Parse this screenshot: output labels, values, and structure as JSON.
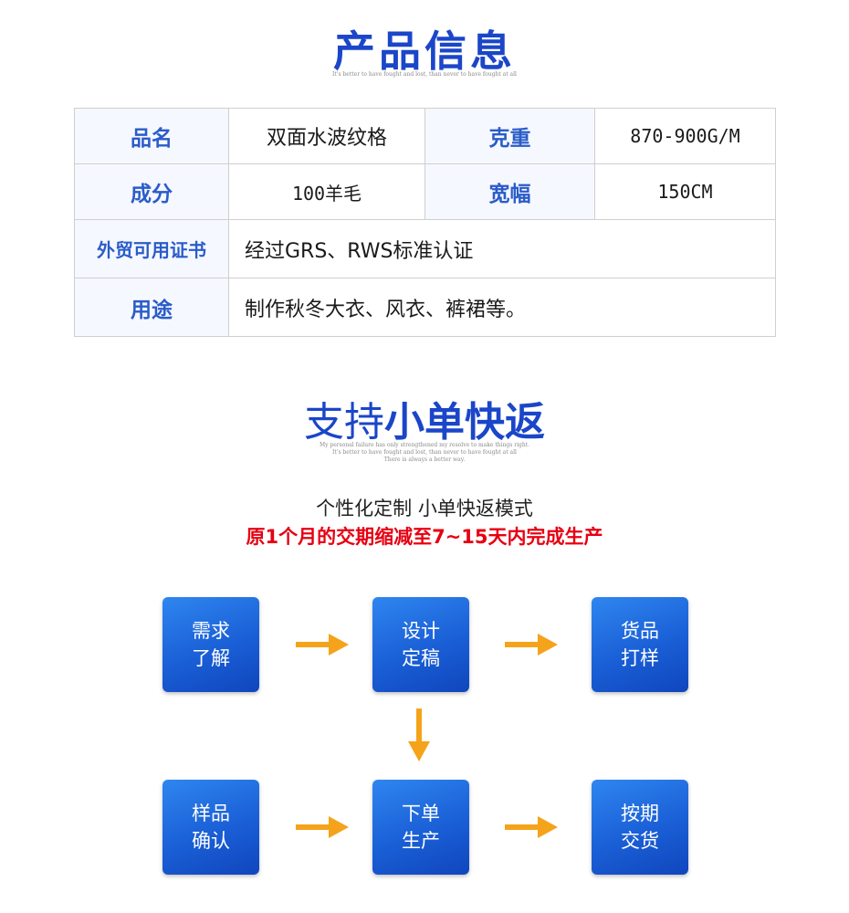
{
  "section1": {
    "title": "产品信息",
    "tagline": "It's better to have fought and lost, than never to have fought at all"
  },
  "info_table": {
    "rows": [
      {
        "label1": "品名",
        "value1": "双面水波纹格",
        "label2": "克重",
        "value2": "870-900G/M"
      },
      {
        "label1": "成分",
        "value1": "100羊毛",
        "label2": "宽幅",
        "value2": "150CM"
      },
      {
        "label1": "外贸可用证书",
        "value1": "经过GRS、RWS标准认证"
      },
      {
        "label1": "用途",
        "value1": "制作秋冬大衣、风衣、裤裙等。"
      }
    ]
  },
  "section2": {
    "title_light": "支持",
    "title_bold": "小单快返",
    "tagline_lines": [
      "My personal failure has only strengthened my resolve to make things right.",
      "It's better to have fought and lost, than never to have fought at all",
      "There is always a better way."
    ],
    "subtitle": "个性化定制 小单快返模式",
    "highlight": "原1个月的交期缩减至7~15天内完成生产"
  },
  "process": {
    "steps": [
      {
        "line1": "需求",
        "line2": "了解"
      },
      {
        "line1": "设计",
        "line2": "定稿"
      },
      {
        "line1": "货品",
        "line2": "打样"
      },
      {
        "line1": "样品",
        "line2": "确认"
      },
      {
        "line1": "下单",
        "line2": "生产"
      },
      {
        "line1": "按期",
        "line2": "交货"
      }
    ],
    "box_color": "#1a5fd6",
    "arrow_color": "#f5a31a"
  }
}
